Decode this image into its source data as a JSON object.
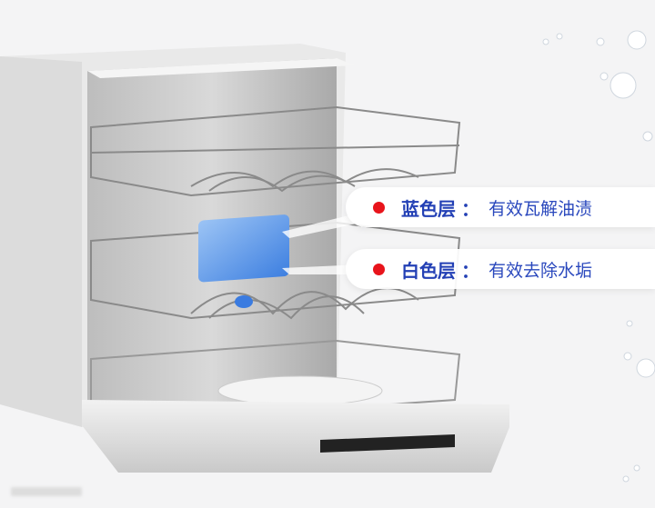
{
  "callouts": [
    {
      "title": "蓝色层",
      "colon": "：",
      "desc": "有效瓦解油渍",
      "dot_color": "#e8141b"
    },
    {
      "title": "白色层",
      "colon": "：",
      "desc": "有效去除水垢",
      "dot_color": "#e8141b"
    }
  ],
  "colors": {
    "text": "#2340b5",
    "dot": "#e8141b"
  }
}
